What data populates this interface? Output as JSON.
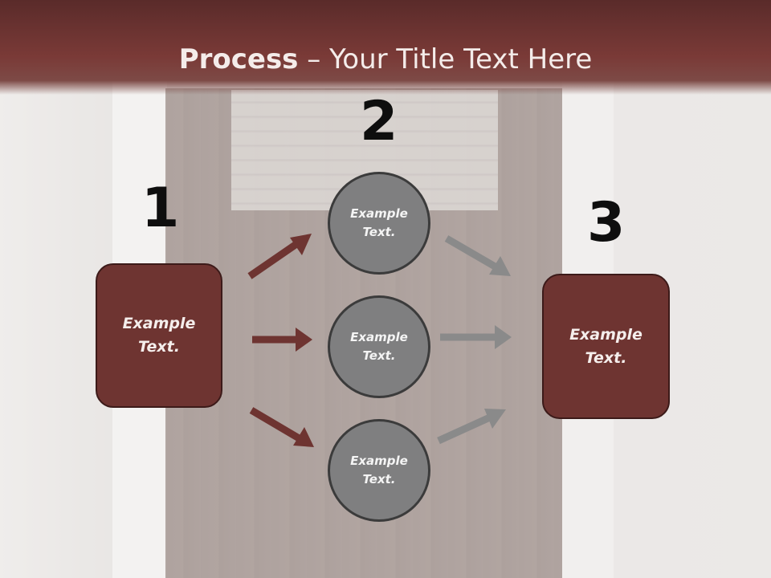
{
  "title": {
    "bold": "Process",
    "rest": " – Your Title Text Here"
  },
  "steps": {
    "one": {
      "number": "1",
      "text": "Example\nText."
    },
    "two": {
      "number": "2",
      "items": [
        "Example\nText.",
        "Example\nText.",
        "Example\nText."
      ]
    },
    "three": {
      "number": "3",
      "text": "Example\nText."
    }
  },
  "colors": {
    "box": "#6e3431",
    "circle": "#7f7f80",
    "arrow_red": "#6e3431",
    "arrow_gray": "#8a8a8a"
  }
}
